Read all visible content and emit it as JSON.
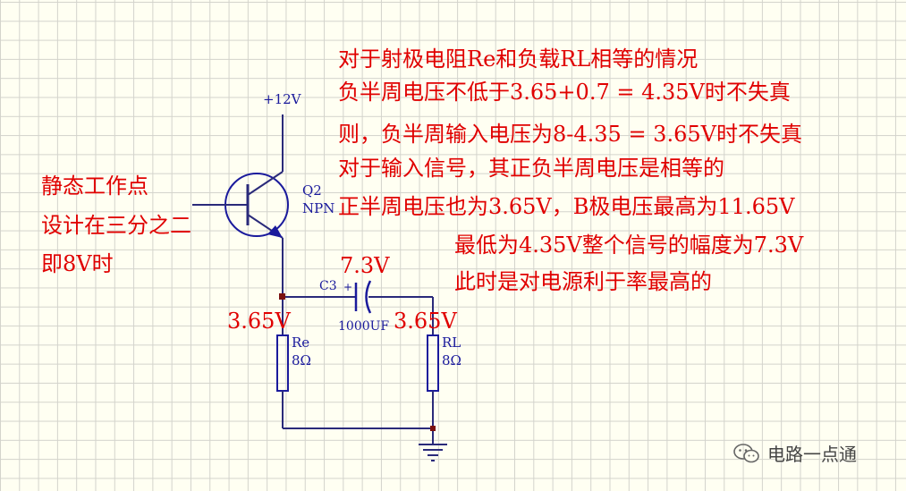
{
  "notes": [
    "对于射极电阻Re和负载RL相等的情况",
    "负半周电压不低于3.65+0.7 = 4.35V时不失真",
    "则，负半周输入电压为8-4.35 = 3.65V时不失真",
    "对于输入信号，其正负半周电压是相等的",
    "正半周电压也为3.65V，B极电压最高为11.65V",
    "最低为4.35V整个信号的幅度为7.3V",
    "此时是对电源利于率最高的"
  ],
  "side_notes": [
    "静态工作点",
    "设计在三分之二",
    "即8V时"
  ],
  "circuit": {
    "supply_label": "+12V",
    "transistor_ref": "Q2",
    "transistor_type": "NPN",
    "cap_ref": "C3",
    "cap_plus": "+",
    "cap_value": "1000UF",
    "re_ref": "Re",
    "re_value": "8Ω",
    "rl_ref": "RL",
    "rl_value": "8Ω"
  },
  "voltages": {
    "cap_swing": "7.3V",
    "emitter": "3.65V",
    "load": "3.65V"
  },
  "watermark": {
    "text": "电路一点通",
    "icon": "wechat-icon"
  },
  "colors": {
    "annotation": "#e00000",
    "schematic": "#1a1a9c",
    "wire": "#2a2a7a",
    "background": "#fffff2"
  }
}
